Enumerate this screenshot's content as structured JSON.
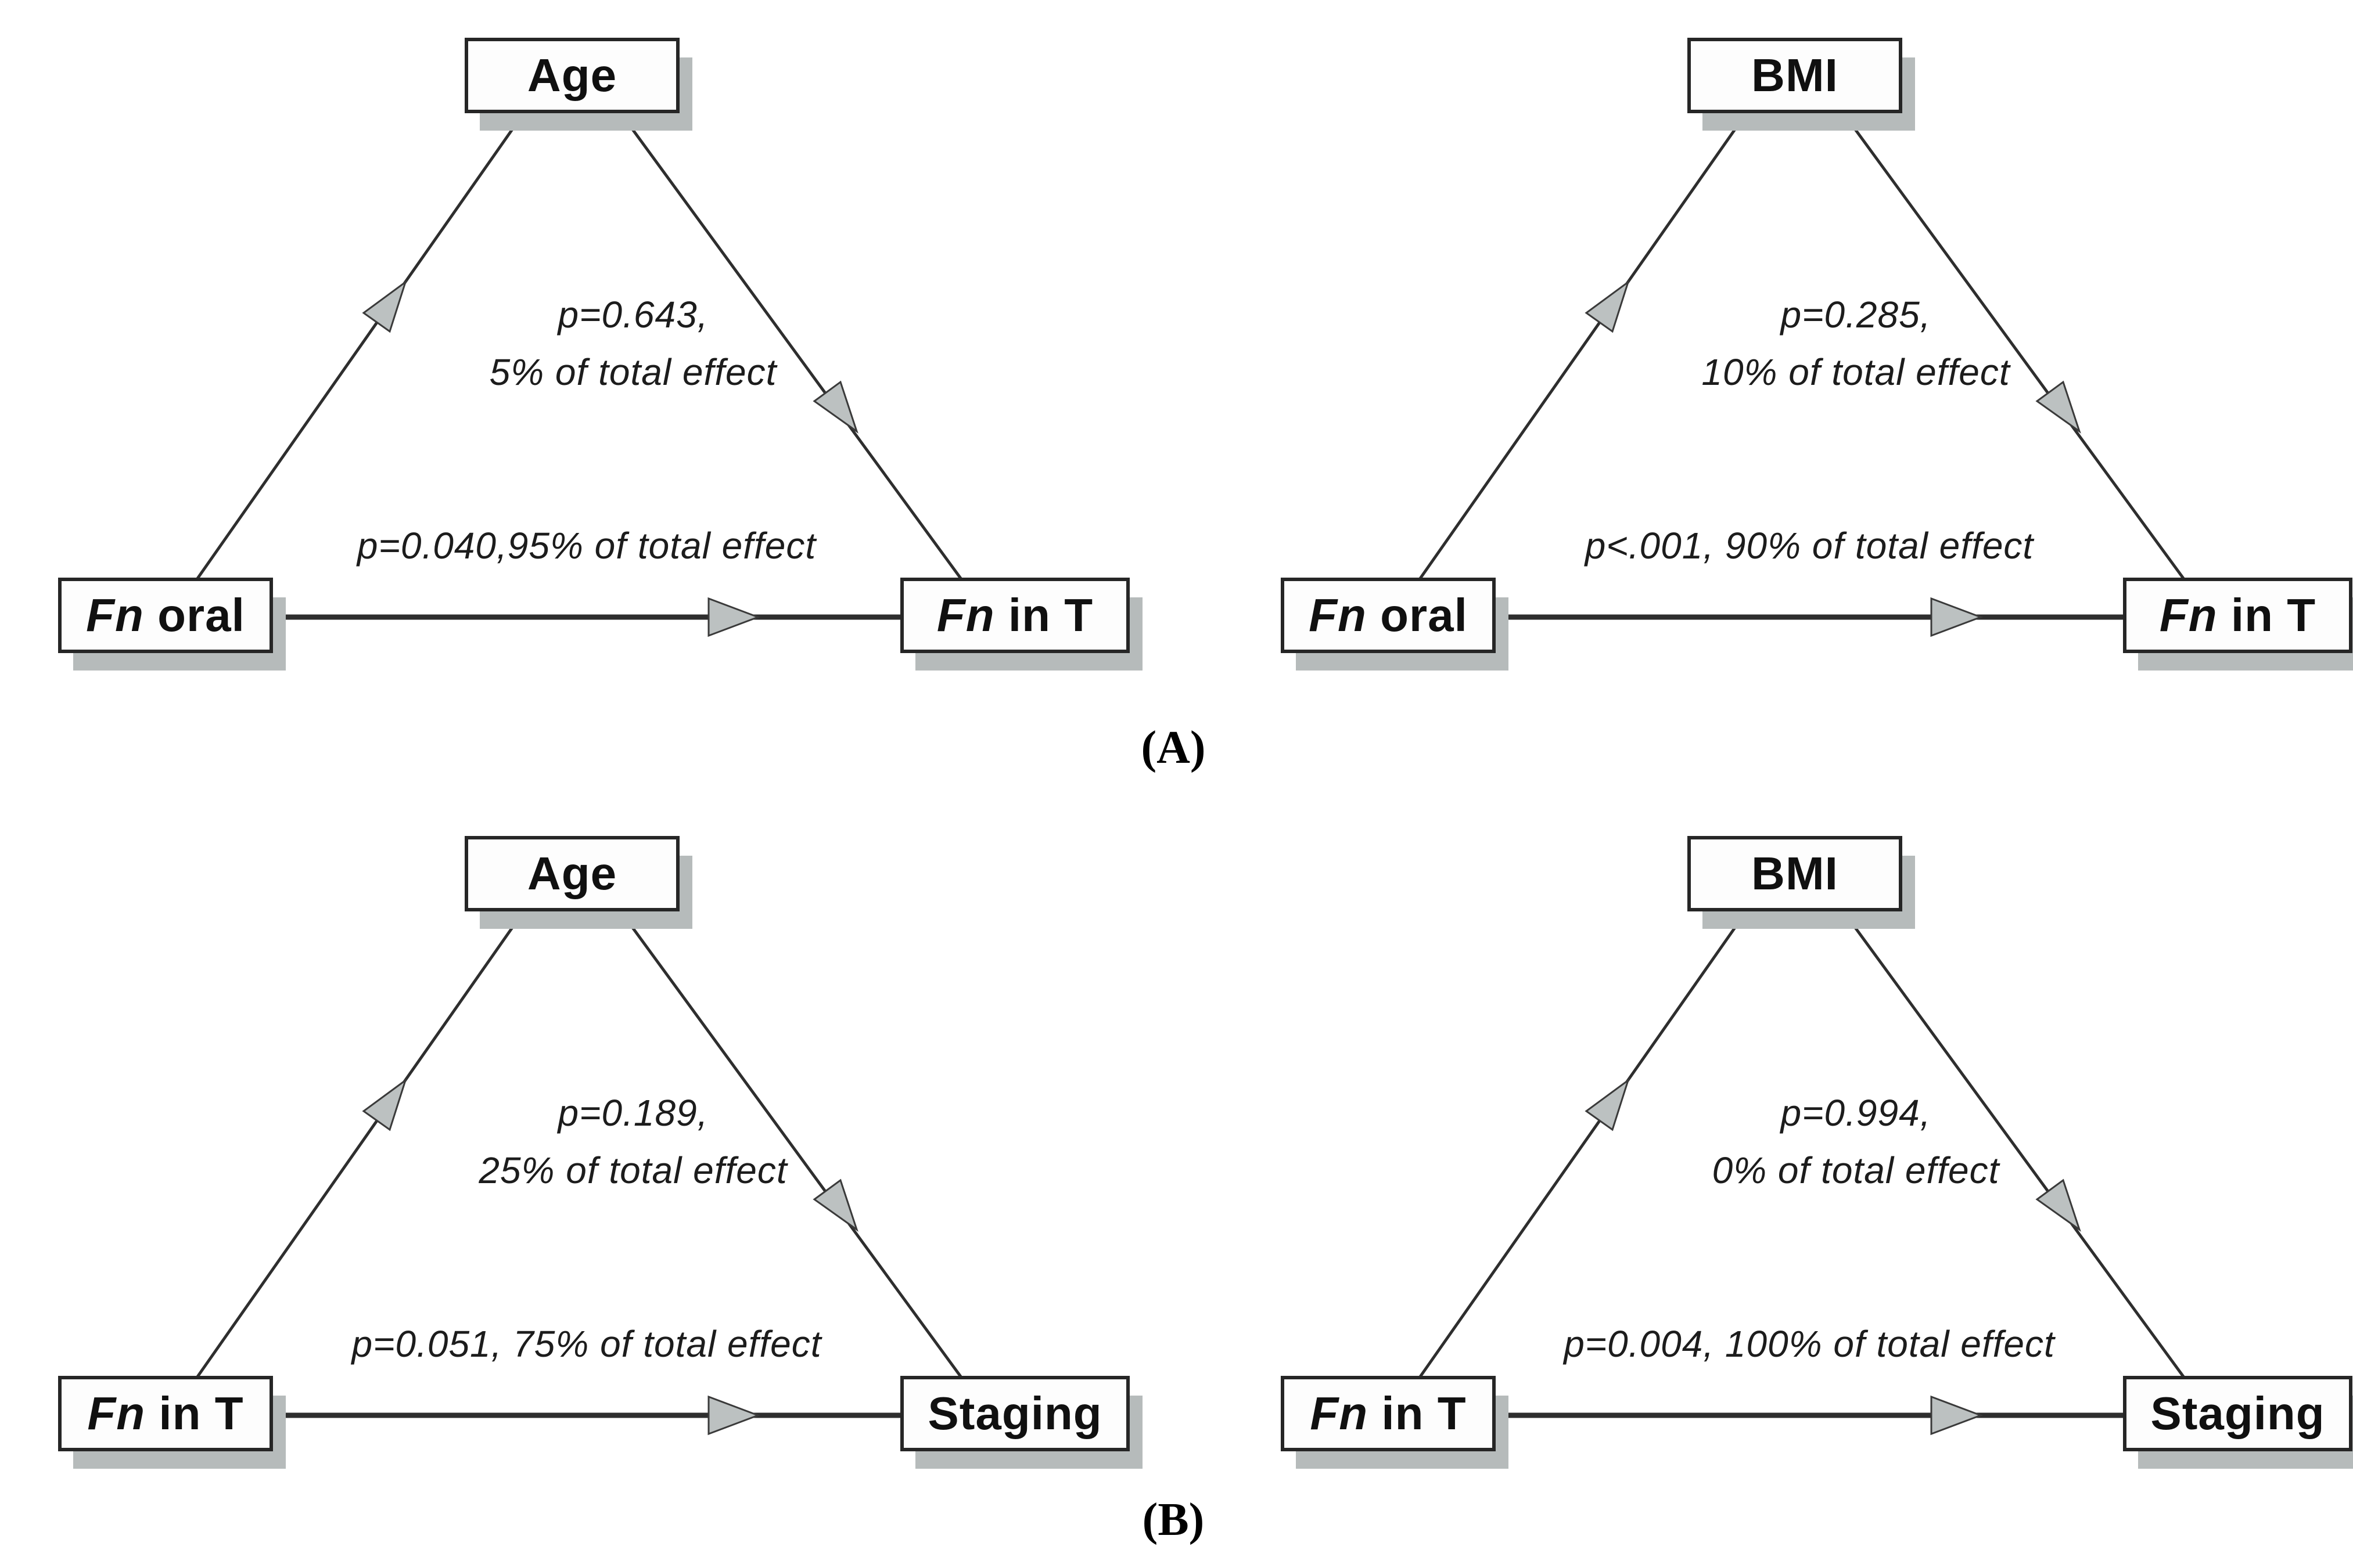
{
  "style": {
    "line_color": "#2e2e2e",
    "arrowhead_fill": "#bcc1c1",
    "box_border_color": "#262626",
    "box_shadow_color": "#b6bbbb"
  },
  "panels": {
    "a": {
      "label": "(A)"
    },
    "b": {
      "label": "(B)"
    }
  },
  "diagrams": {
    "a_left": {
      "mediator": {
        "italic": "",
        "text": "Age"
      },
      "exposure": {
        "italic": "Fn",
        "text": " oral"
      },
      "outcome": {
        "italic": "Fn",
        "text": " in T"
      },
      "indirect_line1": "p=0.643,",
      "indirect_line2": "5% of total effect",
      "direct": "p=0.040,95% of total effect"
    },
    "a_right": {
      "mediator": {
        "italic": "",
        "text": "BMI"
      },
      "exposure": {
        "italic": "Fn",
        "text": " oral"
      },
      "outcome": {
        "italic": "Fn",
        "text": " in T"
      },
      "indirect_line1": "p=0.285,",
      "indirect_line2": "10% of total effect",
      "direct": "p<.001, 90% of total effect"
    },
    "b_left": {
      "mediator": {
        "italic": "",
        "text": "Age"
      },
      "exposure": {
        "italic": "Fn",
        "text": " in T"
      },
      "outcome": {
        "italic": "",
        "text": "Staging"
      },
      "indirect_line1": "p=0.189,",
      "indirect_line2": "25% of total effect",
      "direct": "p=0.051, 75% of total effect"
    },
    "b_right": {
      "mediator": {
        "italic": "",
        "text": "BMI"
      },
      "exposure": {
        "italic": "Fn",
        "text": " in T"
      },
      "outcome": {
        "italic": "",
        "text": "Staging"
      },
      "indirect_line1": "p=0.994,",
      "indirect_line2": "0% of total effect",
      "direct": "p=0.004, 100% of total effect"
    }
  }
}
